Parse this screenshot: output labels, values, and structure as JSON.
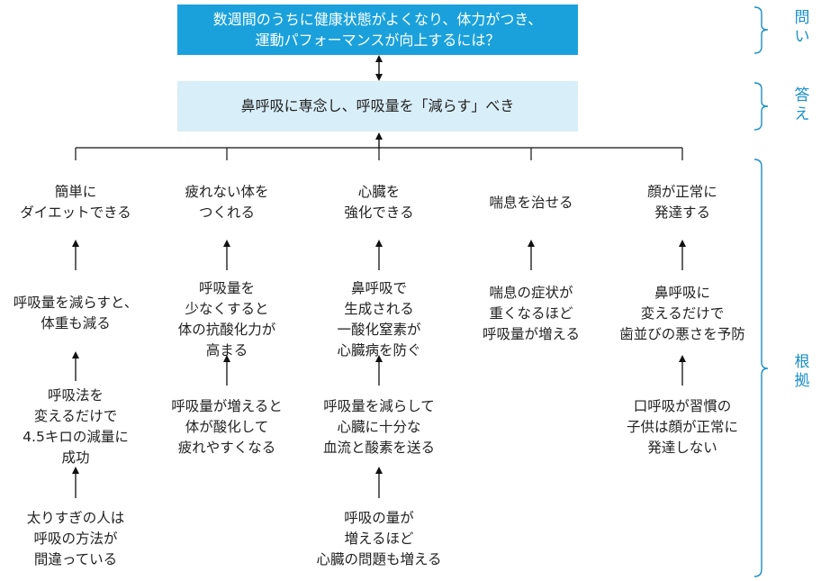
{
  "question": "数週間のうちに健康状態がよくなり、体力がつき、\n運動パフォーマンスが向上するには？",
  "answer": "鼻呼吸に専念し、呼吸量を「減らす」べき",
  "side_labels": {
    "question": "問\nい",
    "answer": "答\nえ",
    "reasons": "根\n拠"
  },
  "columns": [
    {
      "benefit": "簡単に\nダイエットできる",
      "reasons": [
        "呼吸量を減らすと、\n体重も減る",
        "呼吸法を\n変えるだけで\n4.5キロの減量に\n成功",
        "太りすぎの人は\n呼吸の方法が\n間違っている"
      ]
    },
    {
      "benefit": "疲れない体を\nつくれる",
      "reasons": [
        "呼吸量を\n少なくすると\n体の抗酸化力が\n高まる",
        "呼吸量が増えると\n体が酸化して\n疲れやすくなる"
      ]
    },
    {
      "benefit": "心臓を\n強化できる",
      "reasons": [
        "鼻呼吸で\n生成される\n一酸化窒素が\n心臓病を防ぐ",
        "呼吸量を減らして\n心臓に十分な\n血流と酸素を送る",
        "呼吸の量が\n増えるほど\n心臓の問題も増える"
      ]
    },
    {
      "benefit": "喘息を治せる",
      "reasons": [
        "喘息の症状が\n重くなるほど\n呼吸量が増える"
      ]
    },
    {
      "benefit": "顔が正常に\n発達する",
      "reasons": [
        "鼻呼吸に\n変えるだけで\n歯並びの悪さを予防",
        "口呼吸が習慣の\n子供は顔が正常に\n発達しない"
      ]
    }
  ],
  "colors": {
    "question_bg": "#1aa1dc",
    "answer_bg": "#d8eef8",
    "accent": "#1a8fc9"
  }
}
